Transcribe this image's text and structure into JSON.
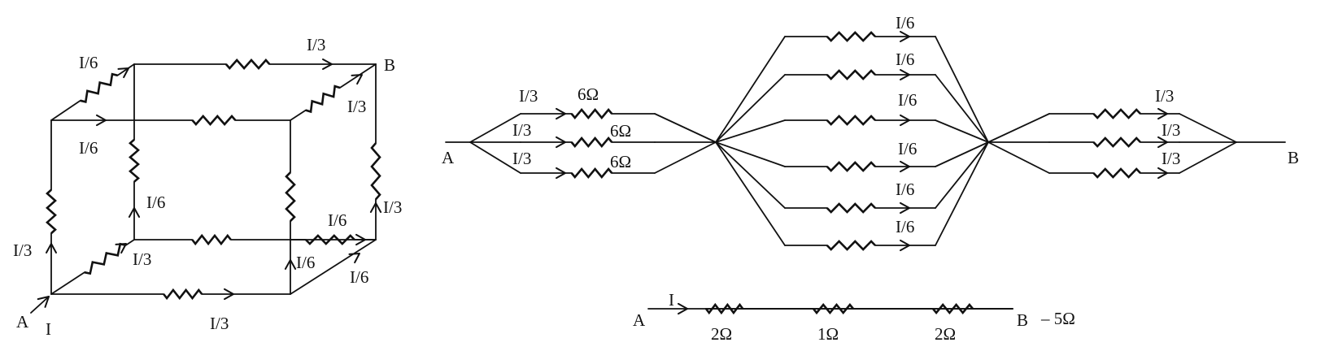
{
  "cube": {
    "vertex_a": "A",
    "vertex_b": "B",
    "current_in": "I",
    "edge_left_front_vertical": "I/3",
    "edge_front_bottom": "I/3",
    "edge_bottom_diagonal": "I/3",
    "top_left_diagonal": "I/6",
    "front_top": "I/6",
    "back_left_vertical": "I/6",
    "back_bottom": "I/6",
    "right_bottom_vertical": "I/6",
    "right_bottom_diagonal": "I/6",
    "top_back": "I/3",
    "top_right_diagonal": "I/3",
    "right_back_vertical": "I/3"
  },
  "network": {
    "node_a": "A",
    "node_b": "B",
    "stage1_currents": [
      "I/3",
      "I/3",
      "I/3"
    ],
    "stage1_resistors": [
      "6Ω",
      "6Ω",
      "6Ω"
    ],
    "stage2_currents": [
      "I/6",
      "I/6",
      "I/6",
      "I/6",
      "I/6",
      "I/6"
    ],
    "stage3_currents": [
      "I/3",
      "I/3",
      "I/3"
    ]
  },
  "series": {
    "node_a": "A",
    "node_b": "B",
    "current": "I",
    "resistors": [
      "2Ω",
      "1Ω",
      "2Ω"
    ],
    "equivalent": "– 5Ω"
  }
}
